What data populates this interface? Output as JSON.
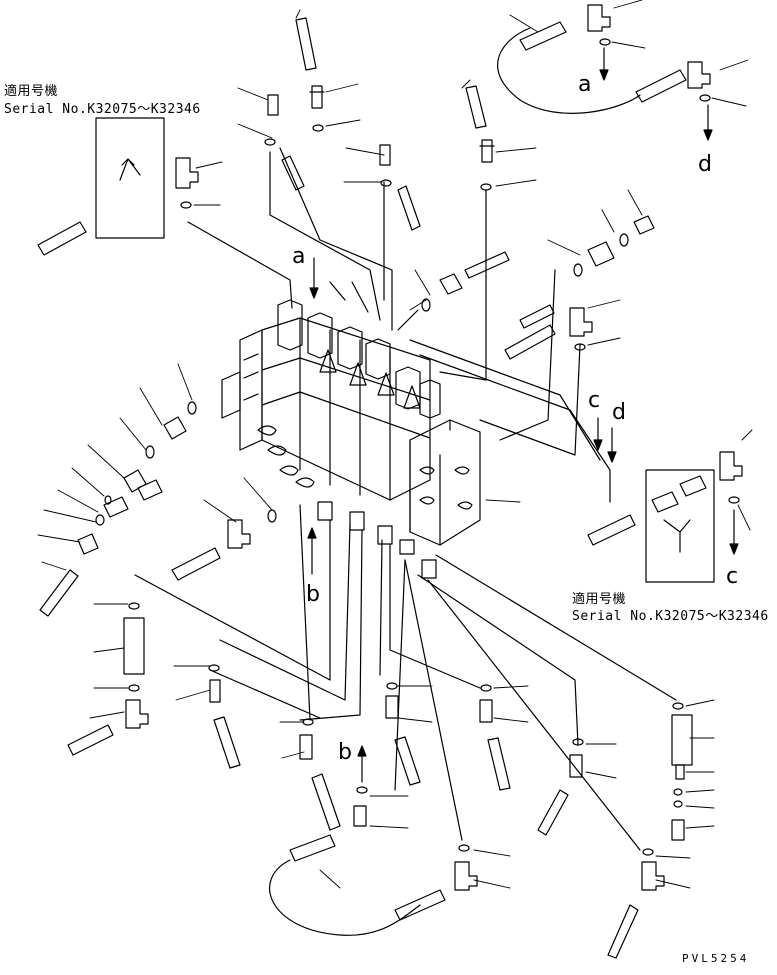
{
  "serial_note_top": {
    "applies": "適用号機",
    "serial": "Serial No.K32075～K32346"
  },
  "serial_note_right": {
    "applies": "適用号機",
    "serial": "Serial No.K32075～K32346"
  },
  "ref_letters": {
    "a": "a",
    "b": "b",
    "c": "c",
    "d": "d"
  },
  "drawing_code": "PVL5254"
}
